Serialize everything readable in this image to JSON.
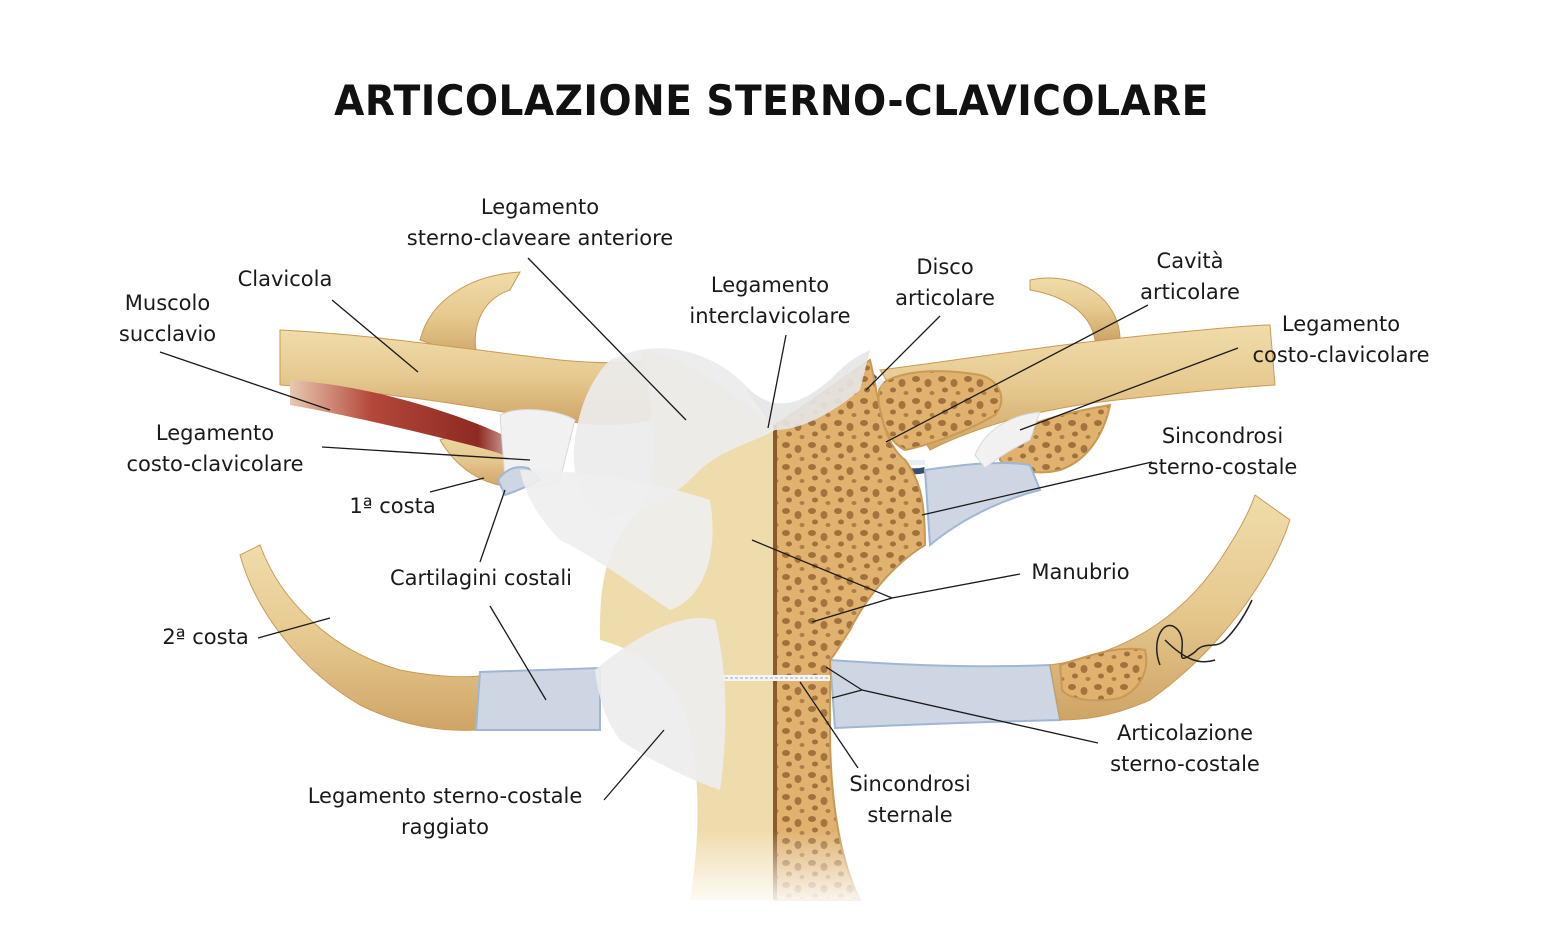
{
  "title": "ARTICOLAZIONE STERNO-CLAVICOLARE",
  "labels": {
    "leg_sterno_claveare": [
      "Legamento",
      "sterno-claveare anteriore"
    ],
    "clavicola": [
      "Clavicola"
    ],
    "muscolo_succlavio": [
      "Muscolo",
      "succlavio"
    ],
    "leg_interclavicolare": [
      "Legamento",
      "interclavicolare"
    ],
    "disco_articolare": [
      "Disco",
      "articolare"
    ],
    "cavita_articolare": [
      "Cavità",
      "articolare"
    ],
    "leg_costo_clav_right": [
      "Legamento",
      "costo-clavicolare"
    ],
    "leg_costo_clav_left": [
      "Legamento",
      "costo-clavicolare"
    ],
    "sincondrosi_sterno_costale": [
      "Sincondrosi",
      "sterno-costale"
    ],
    "prima_costa": [
      "1ª costa"
    ],
    "cartilagini_costali": [
      "Cartilagini costali"
    ],
    "manubrio": [
      "Manubrio"
    ],
    "seconda_costa": [
      "2ª costa"
    ],
    "articolazione_sterno_costale": [
      "Articolazione",
      "sterno-costale"
    ],
    "leg_sterno_costale_raggiato": [
      "Legamento sterno-costale",
      "raggiato"
    ],
    "sincondrosi_sternale": [
      "Sincondrosi",
      "sternale"
    ]
  },
  "colors": {
    "bone": "#e9cf98",
    "bone_dark": "#c99a55",
    "spongy": "#d9a864",
    "cartilage": "#cdd6e2",
    "ligament": "#eeeeee",
    "muscle": "#a8392e",
    "leader": "#1a1a1a"
  }
}
